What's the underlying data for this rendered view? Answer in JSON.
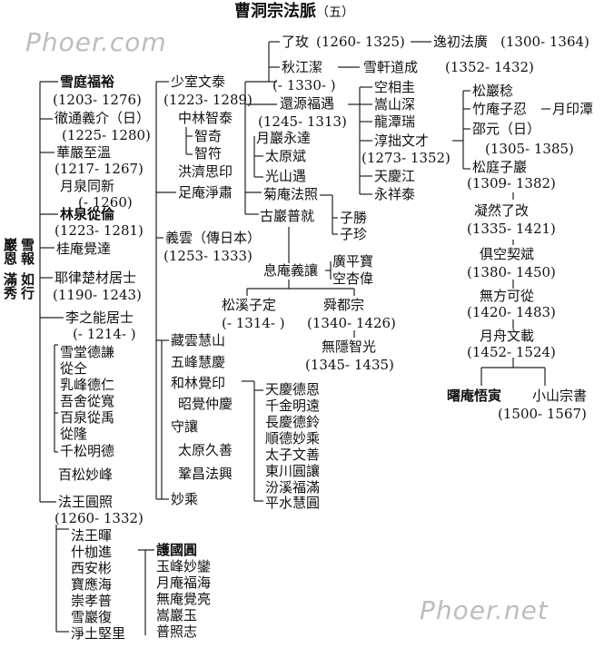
{
  "title": "曹洞宗法脈",
  "title_num": "（五）",
  "watermark_top": "Phoer.com",
  "watermark_bottom": "Phoer.net",
  "sidebar": {
    "col1": "雪報",
    "col2": "巖恩",
    "col3": "如行",
    "col4": "滿秀"
  },
  "col_a": {
    "xueting_name": "雪庭福裕",
    "xueting_years": "(1203- 1276)",
    "chetong_name": "徹通義介（日）",
    "chetong_years": "(1225- 1280)",
    "huayan_name": "華嚴至溫",
    "huayan_years": "(1217- 1267)",
    "yuequan_name": "月泉同新",
    "yuequan_years": "(- 1260)",
    "linquan_name": "林泉從倫",
    "linquan_years": "(1223- 1281)",
    "guian": "桂庵覺達",
    "yelu_name": "耶律楚材居士",
    "yelu_years": "(1190- 1243)",
    "lizhineng_name": "李之能居士",
    "lizhineng_years": "(- 1214- )",
    "xuetang": "雪堂德謙",
    "congquan": "從仝",
    "rufeng": "乳峰德仁",
    "wushe": "吾舍從寬",
    "baiquan": "百泉從禹",
    "conglong": "從隆",
    "qiansong": "千松明德",
    "baisong": "百松妙峰",
    "fawang_name": "法王圓照",
    "fawang_years": "(1260- 1332)"
  },
  "col_b": {
    "shaoshi_name": "少室文泰",
    "shaoshi_years": "(1223- 1289)",
    "zhonglin": "中林智泰",
    "zhiqi": "智奇",
    "zhifu": "智符",
    "hongji": "洪濟思印",
    "zuyan": "足庵淨肅",
    "yiyun_name": "義雲（傳日本）",
    "yiyun_years": "(1253- 1333)",
    "cangyun": "藏雲慧山",
    "wufeng": "五峰慧慶",
    "helin": "和林覺印",
    "zhaojue": "昭覺仲慶",
    "shourang": "守讓",
    "taiyuan": "太原久善",
    "gongchang": "鞏昌法興",
    "miaocheng": "妙乘"
  },
  "col_c": {
    "liaomei_name": "了玫",
    "liaomei_years": "(1260- 1325)",
    "qiujiang_name": "秋江潔",
    "qiujiang_years": "(- 1330- )",
    "huanyuan_name": "還源福遇",
    "huanyuan_years": "(1245- 1313)",
    "yueyan": "月巖永達",
    "taiyuanbin": "太原斌",
    "guangshan": "光山遇",
    "juean": "菊庵法照",
    "guyan": "古巖普就",
    "zisheng": "子勝",
    "zizhen": "子珍",
    "xian_name": "息庵義讓",
    "guangping": "廣平寶",
    "kongxing": "空杏偉",
    "songxi_name": "松溪子定",
    "songxi_years": "(- 1314- )",
    "shundu_name": "舜都宗",
    "shundu_years": "(1340- 1426)",
    "wuyin_name": "無隱智光",
    "wuyin_years": "(1345- 1435)",
    "tianqing_de": "天慶德恩",
    "qianjin": "千金明遠",
    "changqing": "長慶德鈴",
    "shunde": "順德妙乘",
    "taizi": "太子文善",
    "dongchuan": "東川圓讓",
    "fenxi": "汾溪福滿",
    "pingshui": "平水慧圓"
  },
  "col_d": {
    "yichu_name": "逸初法廣",
    "yichu_years": "(1300- 1364)",
    "xuexuan_name": "雪軒道成",
    "xuexuan_years": "(1352- 1432)",
    "kongxiang": "空相圭",
    "songshen": "嵩山深",
    "longtan": "龍潭瑞",
    "chunzhuo_name": "淳拙文才",
    "chunzhuo_years": "(1273- 1352)",
    "tianqingjiang": "天慶江",
    "yongxiang": "永祥泰"
  },
  "col_e": {
    "songyan": "松巖稔",
    "zhuan": "竹庵子忍",
    "yueyin": "月印潭",
    "shaoyuan_name": "邵元（日）",
    "shaoyuan_years": "(1305- 1385)",
    "songting_name": "松庭子巖",
    "songting_years": "(1309- 1382)",
    "ningran_name": "凝然了改",
    "ningran_years": "(1335- 1421)",
    "jukong_name": "俱空契斌",
    "jukong_years": "(1380- 1450)",
    "wufang_name": "無方可從",
    "wufang_years": "(1420- 1483)",
    "yuezhou_name": "月舟文載",
    "yuezhou_years": "(1452- 1524)",
    "shuan_name": "曙庵悟寅",
    "xiaoshan_name": "小山宗書",
    "xiaoshan_years": "(1500- 1567)"
  },
  "col_f": {
    "fawanghui": "法王暉",
    "shijiajin": "什枷進",
    "xian": "西安彬",
    "baoying": "寶應海",
    "chongxiao": "崇孝普",
    "xueyanfu": "雪巖復",
    "jingtu": "淨土堅里",
    "huguo": "護國圓",
    "yufeng": "玉峰妙鑾",
    "yuean": "月庵福海",
    "wuyun": "無庵覺亮",
    "songyanyu": "嵩巖玉",
    "puzhao": "普照志"
  }
}
